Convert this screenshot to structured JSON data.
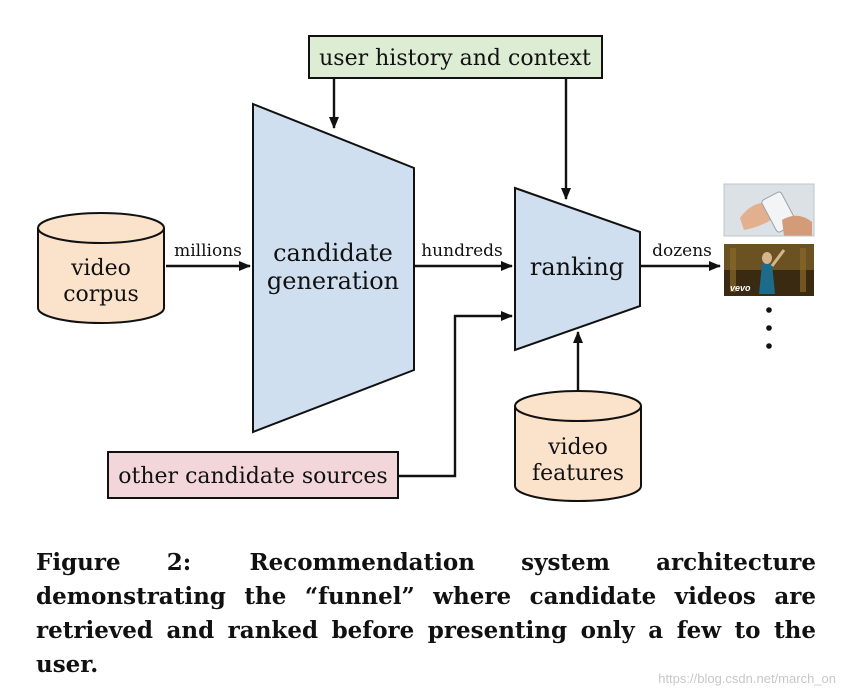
{
  "diagram": {
    "user_history": "user history and context",
    "video_corpus": [
      "video",
      "corpus"
    ],
    "edge_millions": "millions",
    "candidate_generation": [
      "candidate",
      "generation"
    ],
    "edge_hundreds": "hundreds",
    "ranking": "ranking",
    "edge_dozens": "dozens",
    "other_sources": "other candidate sources",
    "video_features": [
      "video",
      "features"
    ],
    "thumbnail_logo": "vevo",
    "more_indicator": "⋮"
  },
  "caption": {
    "label": "Figure 2:",
    "text": "Recommendation system architecture demonstrating the “funnel” where candidate videos are retrieved and ranked before presenting only a few to the user."
  },
  "watermark": "https://blog.csdn.net/march_on",
  "colors": {
    "funnel_fill": "#cfdff0",
    "green_box": "#dcedd4",
    "pink_box": "#f3d6d9",
    "cylinder_fill": "#fbe3cb"
  }
}
